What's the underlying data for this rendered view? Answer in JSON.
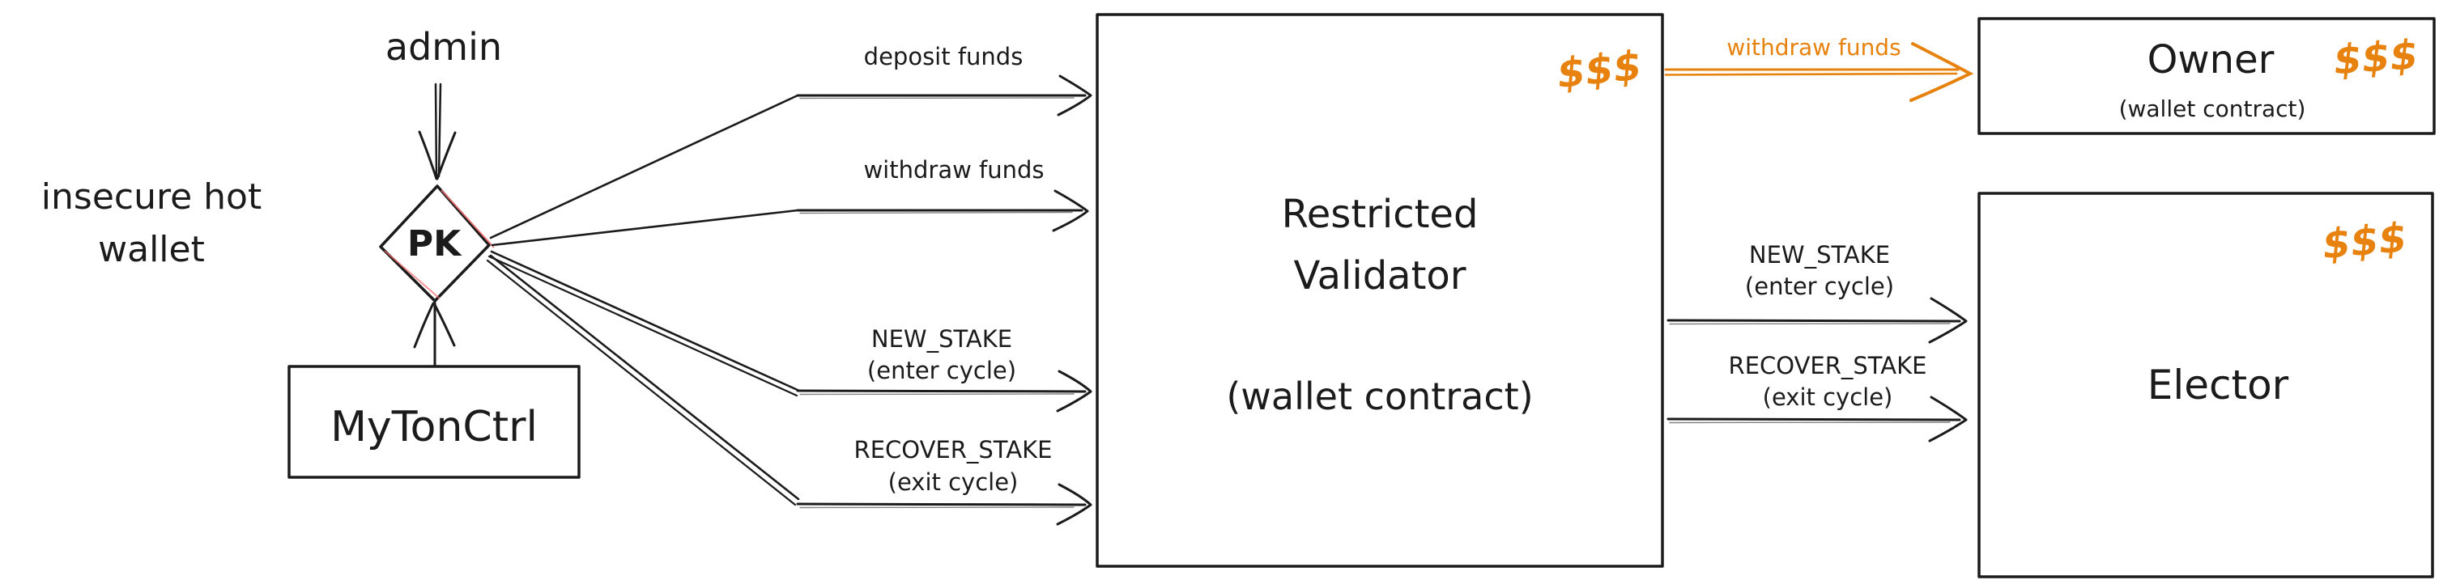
{
  "figure": {
    "colors": {
      "ink": "#1b1b1b",
      "accent_orange": "#e8820e",
      "diamond_red": "#ef6a6a"
    },
    "left_group": {
      "admin_label": "admin",
      "hot_wallet_label_line1": "insecure hot",
      "hot_wallet_label_line2": "wallet",
      "pk_label": "PK",
      "mytonctrl_label": "MyTonCtrl"
    },
    "pk_to_validator_edges": [
      {
        "label_line1": "deposit funds"
      },
      {
        "label_line1": "withdraw funds"
      },
      {
        "label_line1": "NEW_STAKE",
        "label_line2": "(enter cycle)"
      },
      {
        "label_line1": "RECOVER_STAKE",
        "label_line2": "(exit cycle)"
      }
    ],
    "validator_box": {
      "title_line1": "Restricted",
      "title_line2": "Validator",
      "subtitle": "(wallet contract)",
      "money_badge": "$$$"
    },
    "validator_to_owner_edge": {
      "label": "withdraw funds"
    },
    "validator_to_elector_edges": [
      {
        "label_line1": "NEW_STAKE",
        "label_line2": "(enter cycle)"
      },
      {
        "label_line1": "RECOVER_STAKE",
        "label_line2": "(exit cycle)"
      }
    ],
    "owner_box": {
      "title": "Owner",
      "subtitle": "(wallet contract)",
      "money_badge": "$$$"
    },
    "elector_box": {
      "title": "Elector",
      "money_badge": "$$$"
    }
  }
}
